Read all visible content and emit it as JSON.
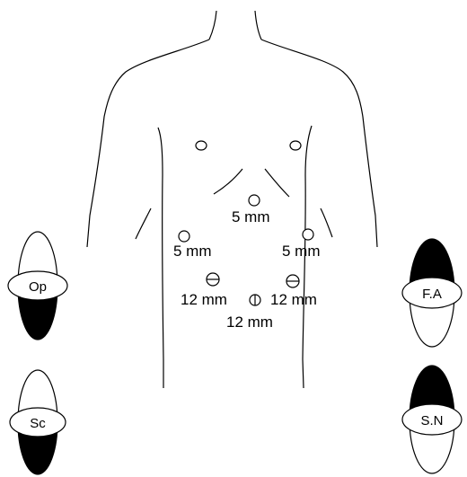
{
  "ports": {
    "upper_center": "5 mm",
    "mid_left": "5 mm",
    "mid_right": "5 mm",
    "lower_left": "12 mm",
    "lower_right": "12 mm",
    "umbilical": "12 mm"
  },
  "staff": {
    "operator": "Op",
    "scope": "Sc",
    "first_assistant": "F.A",
    "scrub_nurse": "S.N"
  }
}
